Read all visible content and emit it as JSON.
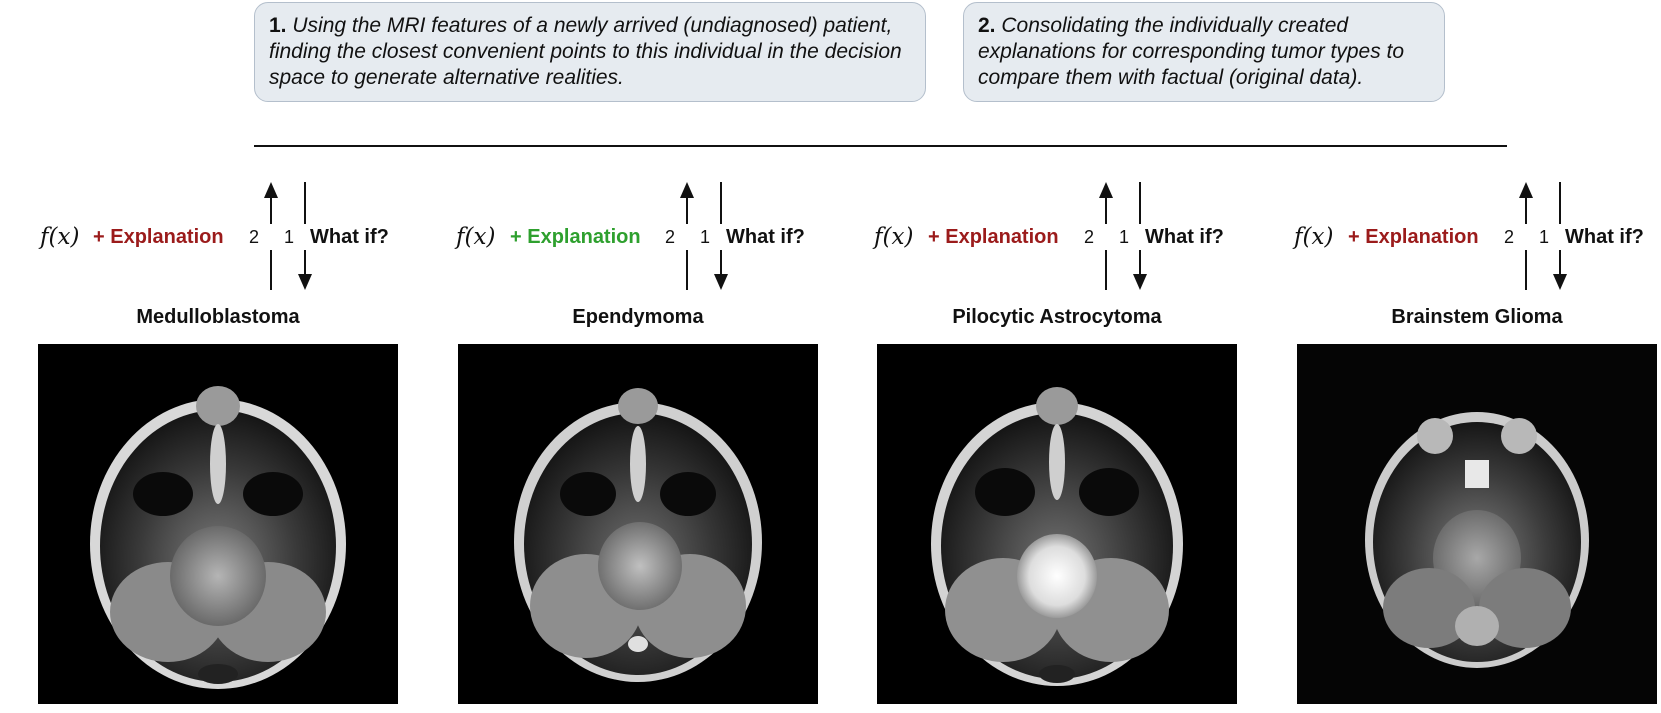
{
  "callouts": [
    {
      "number": "1.",
      "text": "Using the MRI features of a newly arrived (undiagnosed) patient, finding the closest convenient points to this individual in the decision space to generate alternative realities."
    },
    {
      "number": "2.",
      "text": "Consolidating the individually created explanations for corresponding tumor types to compare them with factual (original data)."
    }
  ],
  "columns": [
    {
      "fx": "f(x)",
      "explanation": "+ Explanation",
      "explanation_color": "#9b1b1b",
      "up_number": "2",
      "down_number": "1",
      "what_if": "What if?",
      "tumor": "Medulloblastoma"
    },
    {
      "fx": "f(x)",
      "explanation": "+ Explanation",
      "explanation_color": "#2ea02e",
      "up_number": "2",
      "down_number": "1",
      "what_if": "What if?",
      "tumor": "Ependymoma"
    },
    {
      "fx": "f(x)",
      "explanation": "+ Explanation",
      "explanation_color": "#9b1b1b",
      "up_number": "2",
      "down_number": "1",
      "what_if": "What if?",
      "tumor": "Pilocytic Astrocytoma"
    },
    {
      "fx": "f(x)",
      "explanation": "+ Explanation",
      "explanation_color": "#9b1b1b",
      "up_number": "2",
      "down_number": "1",
      "what_if": "What if?",
      "tumor": "Brainstem Glioma"
    }
  ]
}
